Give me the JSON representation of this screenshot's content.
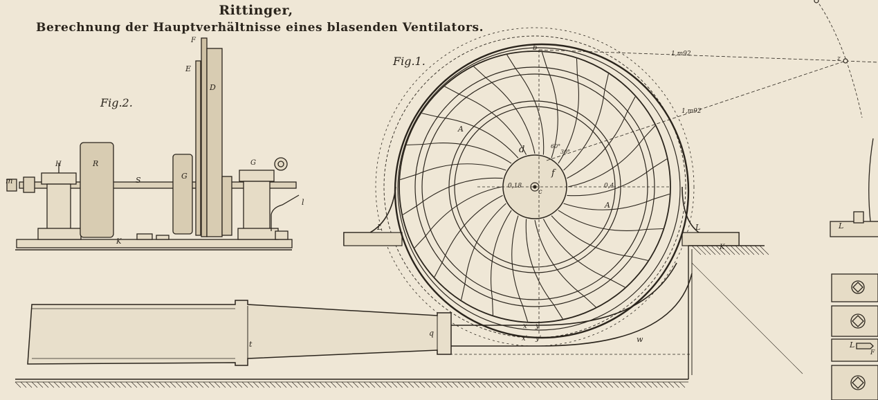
{
  "plate": {
    "author": "Rittinger,",
    "subtitle": "Berechnung der Hauptverhältnisse eines blasenden Ventilators."
  },
  "figures": {
    "fig1": "Fig.1.",
    "fig2": "Fig.2."
  },
  "dimensions": {
    "d1": "1,m92",
    "d2": "1,m92",
    "d3": "0,18",
    "d4": "0,4",
    "angle1": "60°",
    "angle2": "30°"
  },
  "labels": {
    "fig2": {
      "F": "F",
      "E": "E",
      "D": "D",
      "R": "R",
      "H": "H",
      "m": "m",
      "S": "S",
      "G1": "G",
      "G2": "G",
      "l": "l",
      "K": "K"
    },
    "fig1": {
      "b": "b",
      "z": "z",
      "A1": "A",
      "A2": "A",
      "d": "d",
      "f": "f",
      "c": "c",
      "L1": "L",
      "L2": "L",
      "K": "K",
      "x": "x",
      "y": "y",
      "x2": "x'",
      "y2": "y'",
      "q": "q",
      "t": "t",
      "w": "w"
    },
    "right": {
      "L1": "L",
      "L2": "L",
      "F": "F"
    }
  }
}
